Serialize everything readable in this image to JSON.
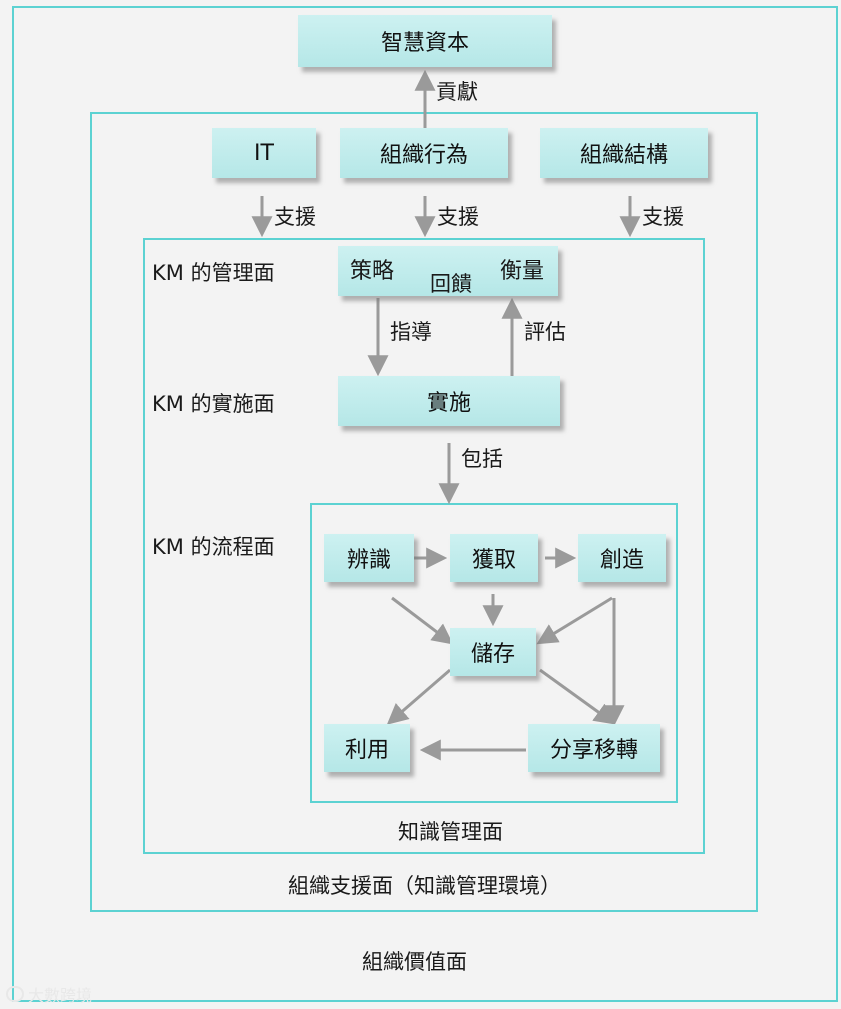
{
  "boxes": {
    "wisdom_capital": "智慧資本",
    "it": "IT",
    "org_behavior": "組織行為",
    "org_structure": "組織結構",
    "strategy": "策略",
    "measure": "衡量",
    "implement": "實施",
    "identify": "辨識",
    "acquire": "獲取",
    "create": "創造",
    "store": "儲存",
    "use": "利用",
    "share": "分享移轉"
  },
  "arrow_labels": {
    "contribute": "貢獻",
    "support_it": "支援",
    "support_behavior": "支援",
    "support_structure": "支援",
    "feedback": "回饋",
    "guide": "指導",
    "evaluate": "評估",
    "include": "包括"
  },
  "layer_labels": {
    "management": "KM 的管理面",
    "implementation": "KM 的實施面",
    "process": "KM 的流程面"
  },
  "frame_captions": {
    "km_management": "知識管理面",
    "org_support": "組織支援面（知識管理環境）",
    "org_value": "組織價值面"
  },
  "watermark": "大數跨境",
  "colors": {
    "frame": "#5cd2d2",
    "box": "#c4eded",
    "arrow": "#999999"
  }
}
